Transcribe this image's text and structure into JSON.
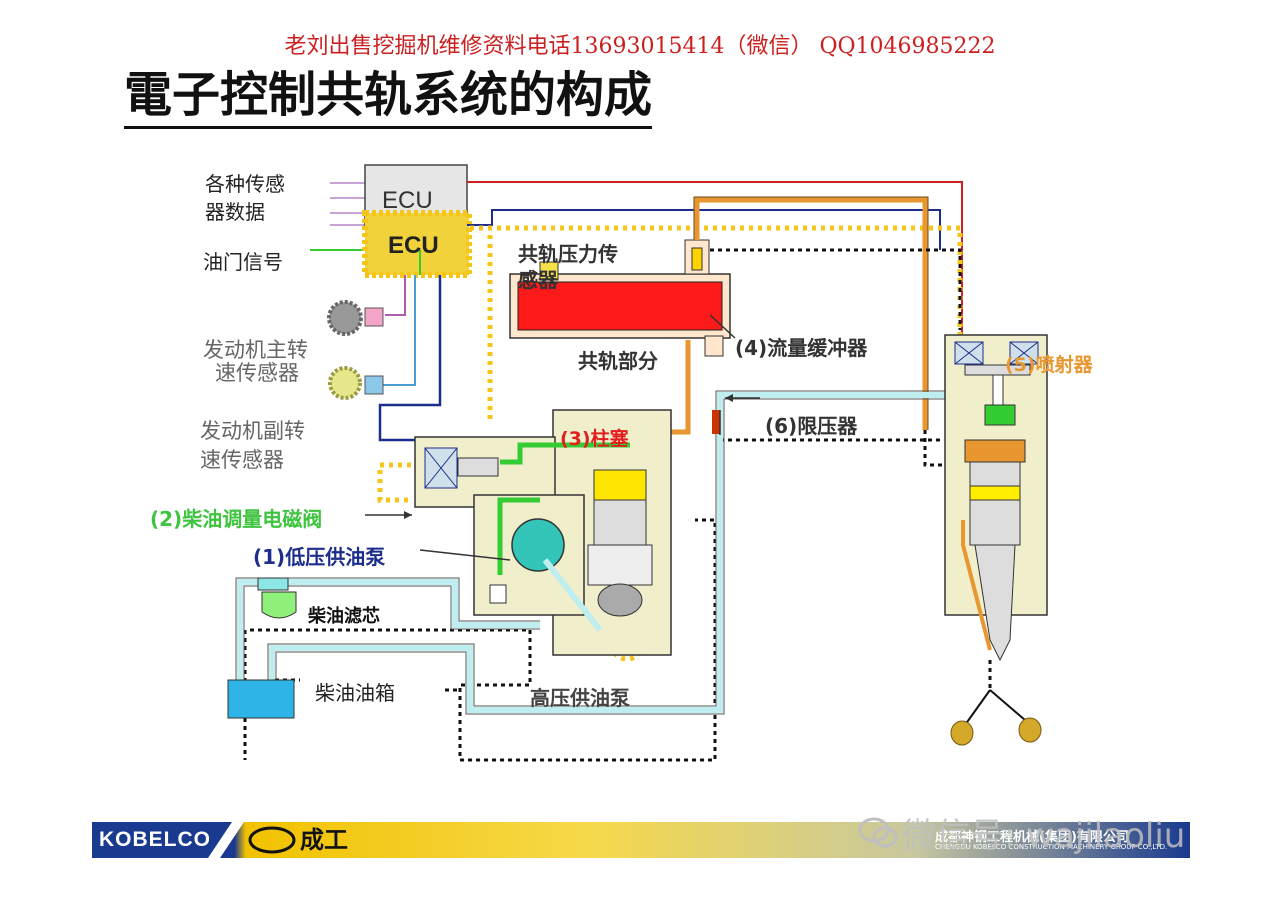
{
  "header": {
    "ad_text": "老刘出售挖掘机维修资料电话13693015414（微信）    QQ1046985222",
    "title": "電子控制共轨系统的构成"
  },
  "labels": {
    "sensors": [
      "各种传感",
      "器数据"
    ],
    "throttle_signal": "油门信号",
    "main_speed_sensor": [
      "发动机主转",
      "速传感器"
    ],
    "sub_speed_sensor": [
      "发动机副转",
      "速传感器"
    ],
    "solenoid_valve": "(2)柴油调量电磁阀",
    "low_pressure_pump": "(1)低压供油泵",
    "fuel_filter": "柴油滤芯",
    "fuel_tank": "柴油油箱",
    "high_pressure_pump": "高压供油泵",
    "plunger": "(3)柱塞",
    "rail_pressure_sensor": [
      "共轨压力传",
      "感器"
    ],
    "common_rail": "共轨部分",
    "flow_damper": "(4)流量缓冲器",
    "pressure_limiter": "(6)限压器",
    "injector": "(5)喷射器",
    "ecu_primary": "ECU",
    "ecu_secondary": "ECU"
  },
  "footer": {
    "brand": "KOBELCO",
    "brand2": "成工",
    "company_cn": "成都神钢工程机械(集团)有限公司",
    "company_en": "CHENGDU KOBELCO CONSTRUCTION MACHINERY GROUP CO.,LTD.",
    "watermark": "微信号: wajilaoliu"
  },
  "colors": {
    "high_pressure_line": "#e8962f",
    "low_pressure_line": "#bfeef0",
    "signal_line": "#cc2222",
    "rail": "#ff1a1a",
    "ecu_highlight": "#f5c518",
    "solenoid_line": "#33cc33"
  }
}
